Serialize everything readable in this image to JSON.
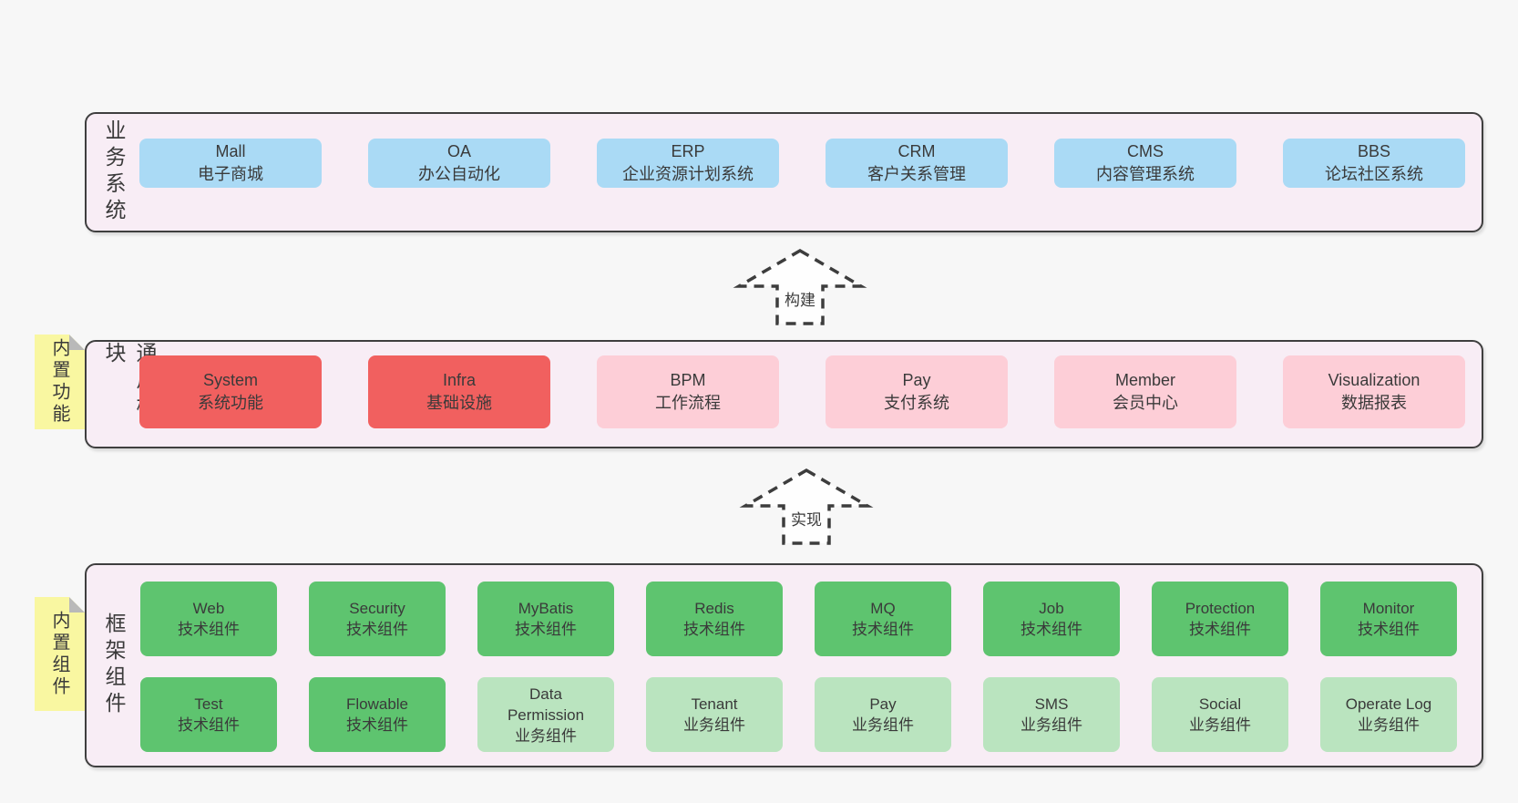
{
  "colors": {
    "page-bg": "#f7f7f7",
    "container-bg": "#f8edf5",
    "container-border": "#3f3f3f",
    "box-blue": "#aadaf5",
    "box-red": "#f1605f",
    "box-pink": "#fdced7",
    "box-green": "#5ec46f",
    "box-green-light": "#bae4bf",
    "sticky-yellow": "#f9f7a1",
    "sticky-fold": "#b9b9b9",
    "arrow-stroke": "#3d3d3d",
    "text": "#3a3a3a"
  },
  "sections": {
    "business": {
      "label": "业务系统",
      "boxes": [
        {
          "name": "Mall",
          "desc": "电子商城",
          "variant": "blue"
        },
        {
          "name": "OA",
          "desc": "办公自动化",
          "variant": "blue"
        },
        {
          "name": "ERP",
          "desc": "企业资源计划系统",
          "variant": "blue"
        },
        {
          "name": "CRM",
          "desc": "客户关系管理",
          "variant": "blue"
        },
        {
          "name": "CMS",
          "desc": "内容管理系统",
          "variant": "blue"
        },
        {
          "name": "BBS",
          "desc": "论坛社区系统",
          "variant": "blue"
        }
      ]
    },
    "modules": {
      "label": "通用模块",
      "sticky": "内置功能",
      "boxes": [
        {
          "name": "System",
          "desc": "系统功能",
          "variant": "red"
        },
        {
          "name": "Infra",
          "desc": "基础设施",
          "variant": "red"
        },
        {
          "name": "BPM",
          "desc": "工作流程",
          "variant": "pink"
        },
        {
          "name": "Pay",
          "desc": "支付系统",
          "variant": "pink"
        },
        {
          "name": "Member",
          "desc": "会员中心",
          "variant": "pink"
        },
        {
          "name": "Visualization",
          "desc": "数据报表",
          "variant": "pink"
        }
      ]
    },
    "framework": {
      "label": "框架组件",
      "sticky": "内置组件",
      "rows": [
        [
          {
            "name": "Web",
            "desc": "技术组件",
            "variant": "green"
          },
          {
            "name": "Security",
            "desc": "技术组件",
            "variant": "green"
          },
          {
            "name": "MyBatis",
            "desc": "技术组件",
            "variant": "green"
          },
          {
            "name": "Redis",
            "desc": "技术组件",
            "variant": "green"
          },
          {
            "name": "MQ",
            "desc": "技术组件",
            "variant": "green"
          },
          {
            "name": "Job",
            "desc": "技术组件",
            "variant": "green"
          },
          {
            "name": "Protection",
            "desc": "技术组件",
            "variant": "green"
          },
          {
            "name": "Monitor",
            "desc": "技术组件",
            "variant": "green"
          }
        ],
        [
          {
            "name": "Test",
            "desc": "技术组件",
            "variant": "green"
          },
          {
            "name": "Flowable",
            "desc": "技术组件",
            "variant": "green"
          },
          {
            "name": "Data Permission",
            "desc": "业务组件",
            "variant": "green-light"
          },
          {
            "name": "Tenant",
            "desc": "业务组件",
            "variant": "green-light"
          },
          {
            "name": "Pay",
            "desc": "业务组件",
            "variant": "green-light"
          },
          {
            "name": "SMS",
            "desc": "业务组件",
            "variant": "green-light"
          },
          {
            "name": "Social",
            "desc": "业务组件",
            "variant": "green-light"
          },
          {
            "name": "Operate Log",
            "desc": "业务组件",
            "variant": "green-light"
          }
        ]
      ]
    }
  },
  "arrows": [
    {
      "label": "构建"
    },
    {
      "label": "实现"
    }
  ]
}
